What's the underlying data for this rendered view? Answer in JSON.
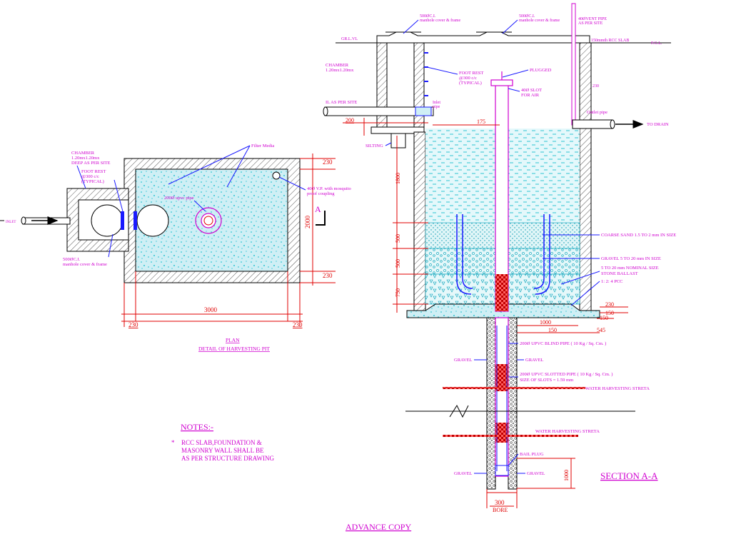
{
  "plan": {
    "chamber": [
      "CHAMBER",
      "1.20mx1.20mx",
      "DEEP AS PER SITE"
    ],
    "foot_rest": [
      "FOOT REST",
      "@300 c/c",
      "(TYPICAL)"
    ],
    "filter_media": "Filter Media",
    "pipe_200": "200Ø upvc pipe",
    "vent_pipe": [
      "40Ø V.P. with mosquito",
      "proof coupling"
    ],
    "manhole": [
      "500ØC.I.",
      "manhole cover & frame"
    ],
    "inlet": "INLET",
    "section_mark": "A",
    "dim_230_top": "230",
    "dim_2000": "2000",
    "dim_230_bot": "230",
    "dim_3000": "3000",
    "dim_230_l": "230",
    "dim_230_r": "230",
    "title": "PLAN",
    "subtitle": "DETAIL OF HARVESTING PIT"
  },
  "notes": {
    "heading": "NOTES:-",
    "bullet": "*",
    "lines": [
      "RCC SLAB,FOUNDATION &",
      "MASONRY WALL SHALL BE",
      "AS PER STRUCTURE DRAWING"
    ]
  },
  "section": {
    "manhole_l": [
      "500ØC.I.",
      "manhole cover & frame"
    ],
    "manhole_r": [
      "500ØC.I.",
      "manhole cover & frame"
    ],
    "vent": [
      "40ØVENT PIPE",
      "AS PER SITE"
    ],
    "rcc_slab": "150mmth RCC SLAB",
    "fgl": "F.G.L.",
    "grl": "GR.L.VL",
    "chamber": [
      "CHAMBER",
      "1.20mx1.20mx"
    ],
    "foot_rest": [
      "FOOT REST",
      "@300 c/c",
      "(TYPICAL)"
    ],
    "plugged": "PLUGGED",
    "slot": [
      "40Ø SLOT",
      "FOR AIR"
    ],
    "il_site": "IL AS PER SITE",
    "inlet_pipe": [
      "Inlet",
      "pipe"
    ],
    "outlet_pipe": "Outlet pipe",
    "to_drain": "TO DRAIN",
    "dim_200": "200",
    "dim_175": "175",
    "silting": "SILTING",
    "dim_230_wall": "230",
    "dim_1800": "1800",
    "dim_500a": "500",
    "dim_500b": "500",
    "dim_750": "750",
    "coarse_sand": "COARSE SAND 1.5 TO 2 mm IN SIZE",
    "gravel": "GRAVEL 5 TO 20 mm IN SIZE",
    "ballast": [
      "5 TO 20 mm NOMINAL SIZE",
      "STONE BALLAST"
    ],
    "pcc": "1: 2: 4  PCC",
    "dim_1000": "1000",
    "dim_150a": "150",
    "dim_545": "545",
    "dim_230b": "230",
    "dim_150b": "150",
    "dim_150c": "150",
    "blind_pipe": "200Ø UPVC BLIND PIPE  ( 10 Kg / Sq. Cm. )",
    "gravel_l1": "GRAVEL",
    "gravel_r1": "GRAVEL",
    "slotted_pipe": [
      "200Ø UPVC SLOTTED PIPE ( 10 Kg / Sq. Cm. )",
      "SIZE OF SLOTS = 1.59 mm"
    ],
    "strata1": "WATER HARVESTING STRETA",
    "strata2": "WATER HARVESTING STRETA",
    "bail_plug": "BAIL PLUG",
    "gravel_l2": "GRAVEL",
    "gravel_r2": "GRAVEL",
    "dim_1000b": "1000",
    "dim_300": "300",
    "bore": "BORE",
    "title": "SECTION A-A"
  },
  "footer": "ADVANCE COPY"
}
